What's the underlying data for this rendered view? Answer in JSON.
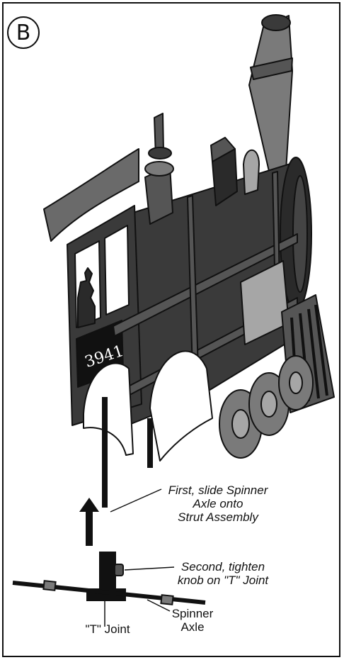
{
  "step_badge": "B",
  "locomotive": {
    "cab_number": "3941"
  },
  "callouts": {
    "first": [
      "First, slide Spinner",
      "Axle onto",
      "Strut Assembly"
    ],
    "second": [
      "Second, tighten",
      "knob on \"T\" Joint"
    ]
  },
  "labels": {
    "t_joint": "\"T\" Joint",
    "spinner_axle": [
      "Spinner",
      "Axle"
    ]
  },
  "colors": {
    "outline": "#111111",
    "body_dark": "#3a3a3a",
    "body_mid": "#555555",
    "metal_light": "#a6a6a6",
    "metal_mid": "#7a7a7a"
  }
}
